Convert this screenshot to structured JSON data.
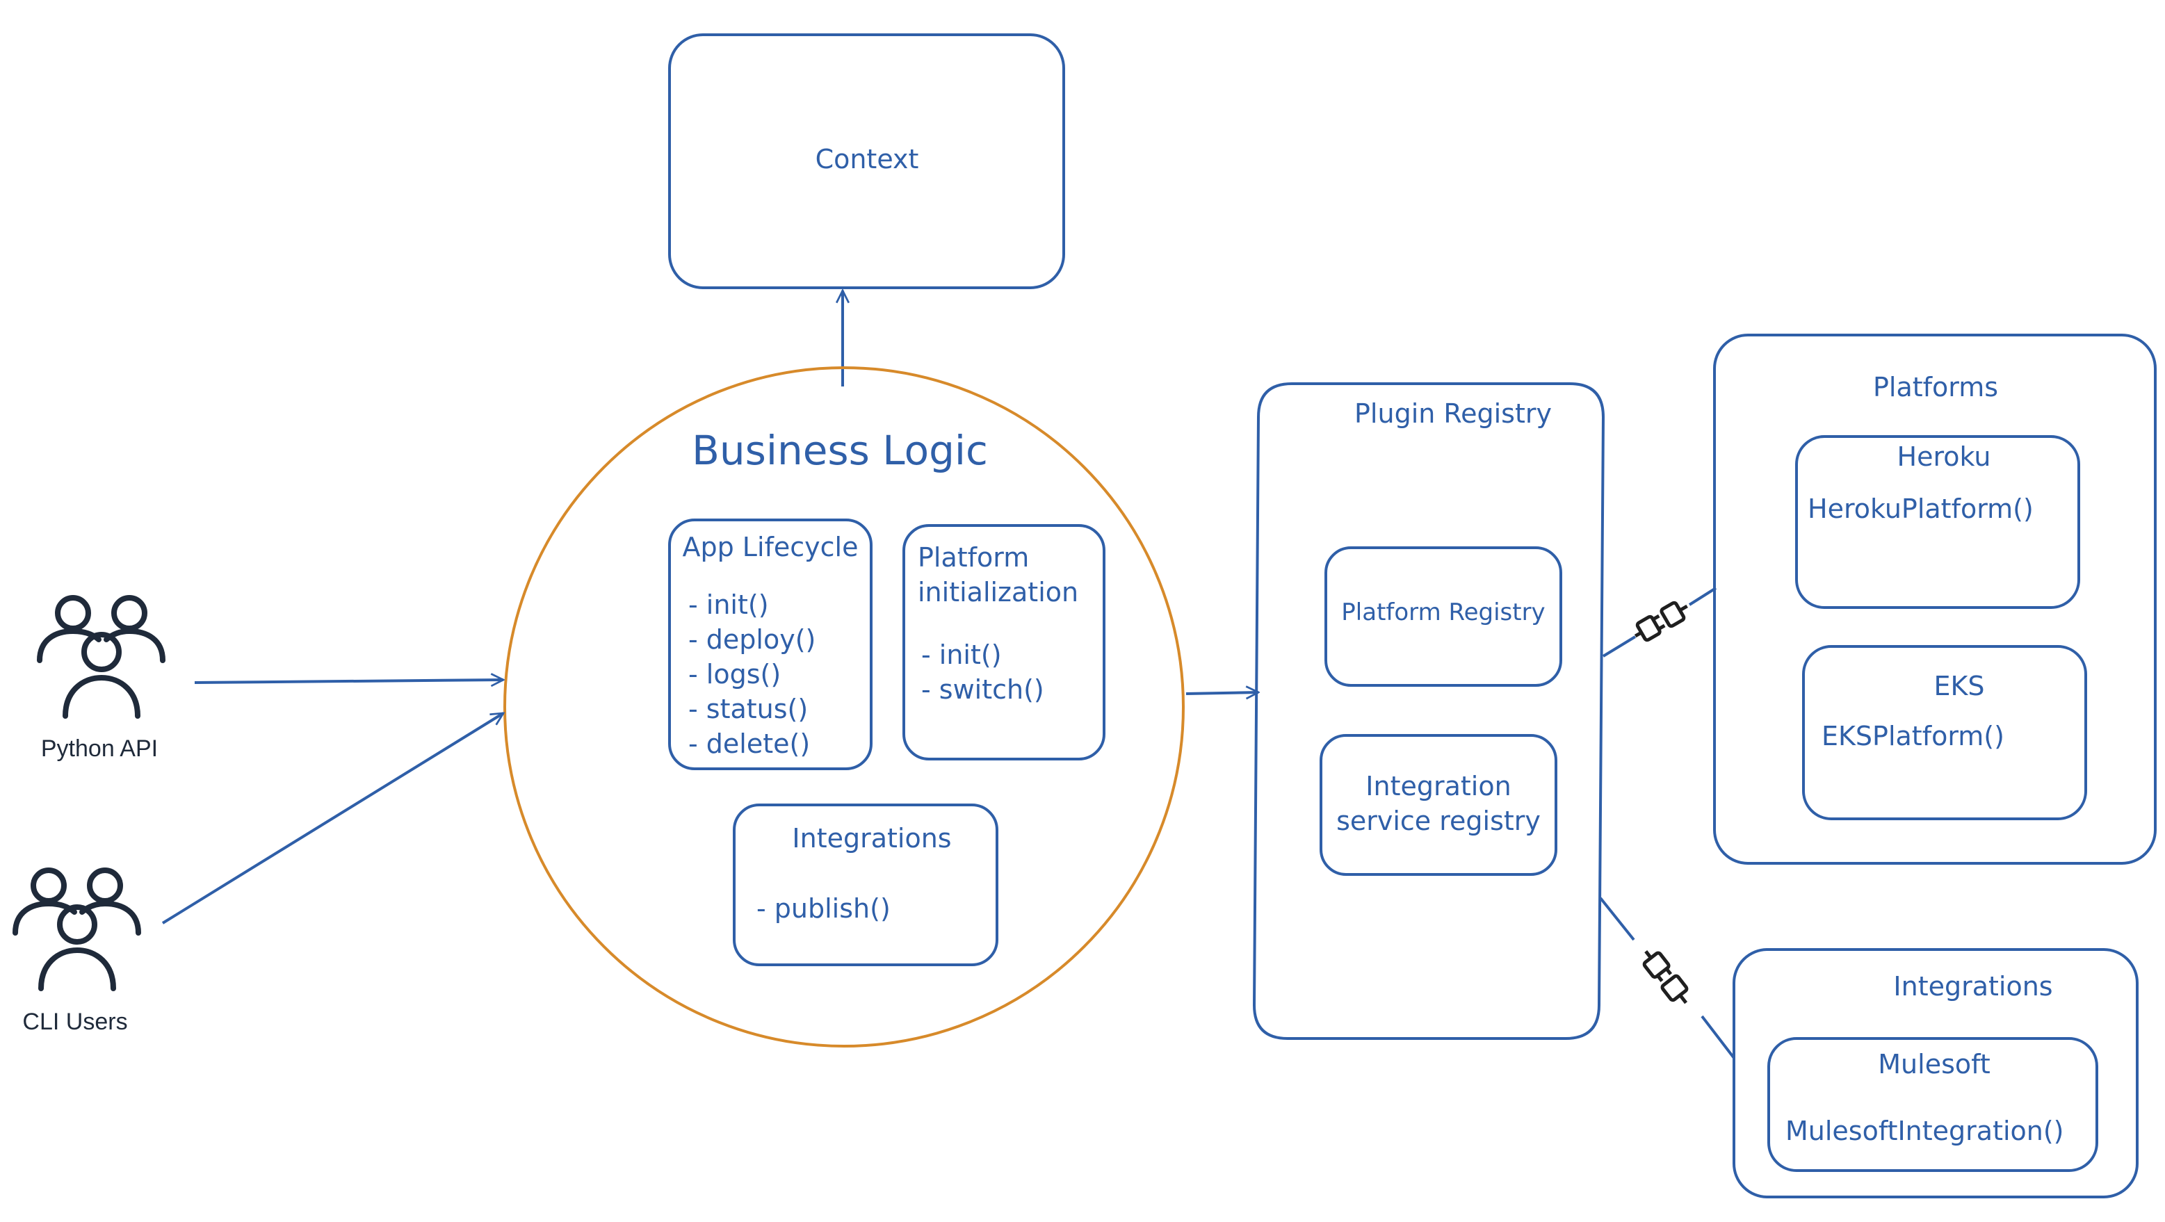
{
  "colors": {
    "accent_blue": "#2f5fa8",
    "circle_orange": "#d78a2a",
    "text_dark": "#1f2a3a"
  },
  "context": {
    "label": "Context"
  },
  "business_logic": {
    "title": "Business Logic",
    "app_lifecycle": {
      "title": "App Lifecycle",
      "items": [
        "- init()",
        "- deploy()",
        "- logs()",
        "- status()",
        "- delete()"
      ]
    },
    "platform_init": {
      "title_line1": "Platform",
      "title_line2": "initialization",
      "items": [
        "- init()",
        "- switch()"
      ]
    },
    "integrations": {
      "title": "Integrations",
      "items": [
        "- publish()"
      ]
    }
  },
  "actors": {
    "python_api": {
      "label": "Python API",
      "icon": "users-group-icon"
    },
    "cli_users": {
      "label": "CLI Users",
      "icon": "users-group-icon"
    }
  },
  "plugin_registry": {
    "title": "Plugin Registry",
    "platform_registry": {
      "label": "Platform Registry"
    },
    "integration_registry": {
      "line1": "Integration",
      "line2": "service registry"
    }
  },
  "platforms": {
    "title": "Platforms",
    "heroku": {
      "title": "Heroku",
      "class": "HerokuPlatform()"
    },
    "eks": {
      "title": "EKS",
      "class": "EKSPlatform()"
    }
  },
  "integrations_panel": {
    "title": "Integrations",
    "mulesoft": {
      "title": "Mulesoft",
      "class": "MulesoftIntegration()"
    }
  },
  "connectors": {
    "platforms_plug": "plug-icon",
    "integrations_plug": "plug-icon"
  }
}
